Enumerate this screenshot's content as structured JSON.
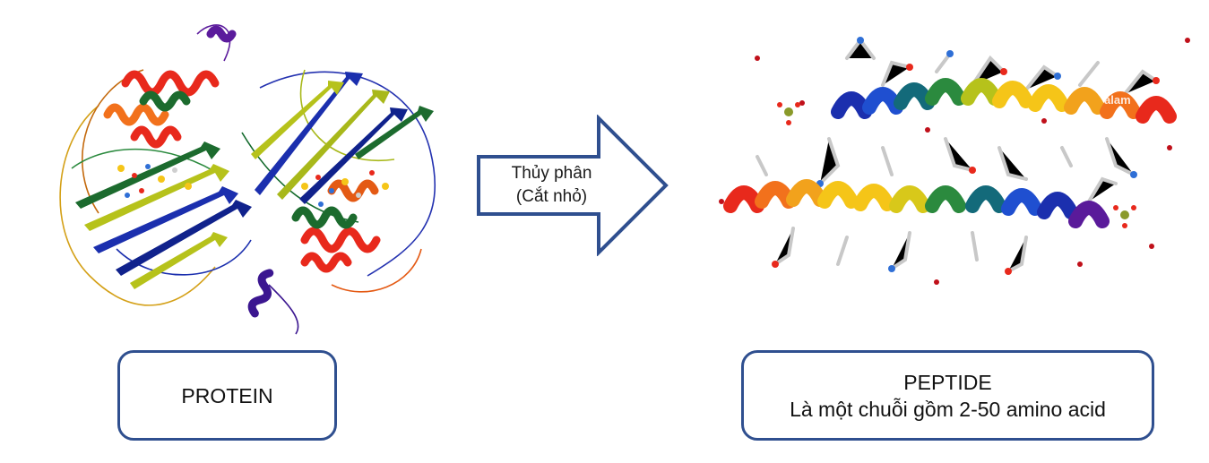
{
  "arrow": {
    "line1": "Thủy phân",
    "line2": "(Cắt nhỏ)"
  },
  "protein_box": {
    "title": "PROTEIN"
  },
  "peptide_box": {
    "title": "PEPTIDE",
    "subtitle": "Là một chuỗi gồm 2-50 amino acid"
  },
  "watermark": "alam",
  "colors": {
    "box_border": "#2f4f8f",
    "arrow_border": "#2f4f8f",
    "ribbon_palette": [
      "#e8291c",
      "#f2711c",
      "#f5c518",
      "#b6c21b",
      "#1c6b2e",
      "#1b2fae",
      "#10228c",
      "#5a1a9a"
    ]
  }
}
